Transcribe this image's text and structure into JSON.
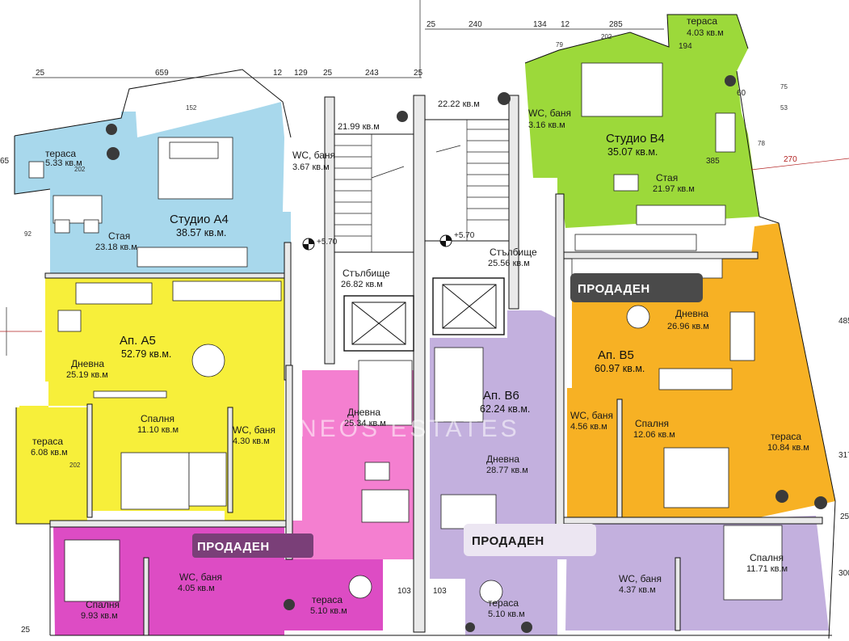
{
  "colors": {
    "studio_a4": "#a8d8ec",
    "ap_a5": "#f7ef3a",
    "ap_a6_pink": "#f47fd0",
    "ap_a6_magenta": "#dd4cc4",
    "ap_b6": "#c3b0de",
    "ap_b5": "#f7b124",
    "studio_b4": "#9cd93a",
    "corridor": "#ffffff",
    "sold_dark_badge": "#4a4a4a",
    "sold_purple_badge": "#7a3f78",
    "sold_light_badge": "#ece6f2",
    "dim_red": "#b22222"
  },
  "units": {
    "studio_a4": {
      "name": "Студио А4",
      "area": "38.57 кв.м."
    },
    "ap_a5": {
      "name": "Ап. А5",
      "area": "52.79 кв.м."
    },
    "ap_b6": {
      "name": "Ап. В6",
      "area": "62.24 кв.м."
    },
    "ap_b5": {
      "name": "Ап. В5",
      "area": "60.97 кв.м."
    },
    "studio_b4": {
      "name": "Студио В4",
      "area": "35.07 кв.м."
    }
  },
  "rooms": {
    "a4_terrace": {
      "name": "тераса",
      "area": "5.33 кв.м"
    },
    "a4_bath": {
      "name": "WC, баня",
      "area": "3.67 кв.м"
    },
    "a4_room": {
      "name": "Стая",
      "area": "23.18 кв.м"
    },
    "a5_living": {
      "name": "Дневна",
      "area": "25.19 кв.м"
    },
    "a5_bedroom": {
      "name": "Спалня",
      "area": "11.10 кв.м"
    },
    "a5_terrace": {
      "name": "тераса",
      "area": "6.08 кв.м"
    },
    "a5_bath": {
      "name": "WC, баня",
      "area": "4.30 кв.м"
    },
    "a6_living": {
      "name": "Дневна",
      "area": "25.34 кв.м"
    },
    "a6_bedroom": {
      "name": "Спалня",
      "area": "9.93 кв.м"
    },
    "a6_bath": {
      "name": "WC, баня",
      "area": "4.05 кв.м"
    },
    "a6_terrace": {
      "name": "тераса",
      "area": "5.10 кв.м"
    },
    "stair_a": {
      "name": "",
      "area": "21.99 кв.м"
    },
    "stair_b": {
      "name": "",
      "area": "22.22 кв.м"
    },
    "stairwell_a": {
      "name": "Стълбище",
      "area": "26.82 кв.м"
    },
    "stairwell_b": {
      "name": "Стълбище",
      "area": "25.56 кв.м"
    },
    "b6_living": {
      "name": "Дневна",
      "area": "28.77 кв.м"
    },
    "b6_terrace": {
      "name": "тераса",
      "area": "5.10 кв.м"
    },
    "b5_living": {
      "name": "Дневна",
      "area": "26.96 кв.м"
    },
    "b5_bath": {
      "name": "WC, баня",
      "area": "4.56 кв.м"
    },
    "b5_bedroom": {
      "name": "Спалня",
      "area": "12.06 кв.м"
    },
    "b5_terrace": {
      "name": "тераса",
      "area": "10.84 кв.м"
    },
    "b_bottom_bath": {
      "name": "WC, баня",
      "area": "4.37 кв.м"
    },
    "b_bottom_bedroom": {
      "name": "Спалня",
      "area": "11.71 кв.м"
    },
    "b4_terrace": {
      "name": "тераса",
      "area": "4.03 кв.м"
    },
    "b4_bath": {
      "name": "WC, баня",
      "area": "3.16 кв.м"
    },
    "b4_room": {
      "name": "Стая",
      "area": "21.97 кв.м"
    }
  },
  "levels": {
    "left": "+5.70",
    "right": "+5.70"
  },
  "sold_badges": {
    "b5": "ПРОДАДЕН",
    "a6": "ПРОДАДЕН",
    "b6": "ПРОДАДЕН"
  },
  "dimensions": {
    "top_left": [
      "25",
      "659",
      "12",
      "129",
      "25",
      "243",
      "25"
    ],
    "top_right": [
      "25",
      "240",
      "134",
      "12",
      "285"
    ],
    "small": [
      "152",
      "202",
      "79",
      "202",
      "194",
      "60",
      "75",
      "78",
      "53"
    ],
    "right_side": [
      "270",
      "485",
      "317",
      "25",
      "300",
      "385"
    ],
    "left_side": [
      "65",
      "92",
      "202"
    ],
    "bottom": [
      "103",
      "103"
    ],
    "corner_bottom_left": "25"
  },
  "watermark": "NEOS ESTATES"
}
